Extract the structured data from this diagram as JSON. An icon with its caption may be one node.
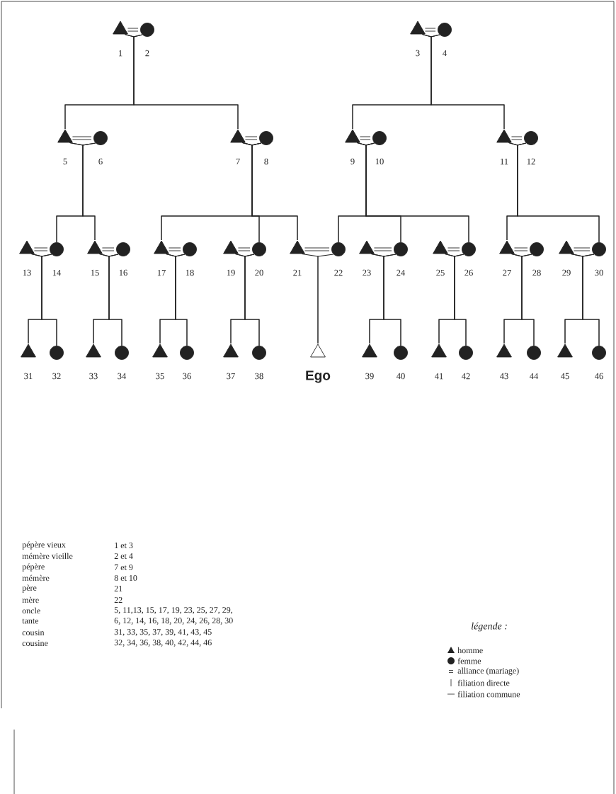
{
  "diagram": {
    "nodes": [
      {
        "text": [],
        "shape": "triangle",
        "beside": [
          "1"
        ]
      },
      {
        "text": [],
        "shape": "circle",
        "beside": [
          "2"
        ]
      },
      {
        "text": [],
        "shape": "triangle",
        "beside": [
          "3"
        ]
      },
      {
        "text": [],
        "shape": "circle",
        "beside": [
          "4"
        ]
      },
      {
        "text": [],
        "shape": "triangle",
        "beside": [
          "5"
        ]
      },
      {
        "text": [],
        "shape": "circle",
        "beside": [
          "6"
        ]
      },
      {
        "text": [],
        "shape": "triangle",
        "beside": [
          "7"
        ]
      },
      {
        "text": [],
        "shape": "circle",
        "beside": [
          "8"
        ]
      },
      {
        "text": [],
        "shape": "triangle",
        "beside": [
          "9"
        ]
      },
      {
        "text": [],
        "shape": "circle",
        "beside": [
          "10"
        ]
      },
      {
        "text": [],
        "shape": "triangle",
        "beside": [
          "11"
        ]
      },
      {
        "text": [],
        "shape": "circle",
        "beside": [
          "12"
        ]
      },
      {
        "text": [],
        "shape": "triangle",
        "beside": [
          "13"
        ]
      },
      {
        "text": [],
        "shape": "circle",
        "beside": [
          "14"
        ]
      },
      {
        "text": [],
        "shape": "triangle",
        "beside": [
          "15"
        ]
      },
      {
        "text": [],
        "shape": "circle",
        "beside": [
          "16"
        ]
      },
      {
        "text": [],
        "shape": "triangle",
        "beside": [
          "17"
        ]
      },
      {
        "text": [],
        "shape": "circle",
        "beside": [
          "18"
        ]
      },
      {
        "text": [],
        "shape": "triangle",
        "beside": [
          "19"
        ]
      },
      {
        "text": [],
        "shape": "circle",
        "beside": [
          "20"
        ]
      },
      {
        "text": [],
        "shape": "triangle",
        "beside": [
          "21"
        ]
      },
      {
        "text": [],
        "shape": "circle",
        "beside": [
          "22"
        ]
      },
      {
        "text": [],
        "shape": "triangle",
        "beside": [
          "23"
        ]
      },
      {
        "text": [],
        "shape": "circle",
        "beside": [
          "24"
        ]
      },
      {
        "text": [],
        "shape": "triangle",
        "beside": [
          "25"
        ]
      },
      {
        "text": [],
        "shape": "circle",
        "beside": [
          "26"
        ]
      },
      {
        "text": [],
        "shape": "triangle",
        "beside": [
          "27"
        ]
      },
      {
        "text": [],
        "shape": "circle",
        "beside": [
          "28"
        ]
      },
      {
        "text": [],
        "shape": "triangle",
        "beside": [
          "29"
        ]
      },
      {
        "text": [],
        "shape": "circle",
        "beside": [
          "30"
        ]
      },
      {
        "text": [],
        "shape": "triangle",
        "beside": [
          "31"
        ]
      },
      {
        "text": [],
        "shape": "circle",
        "beside": [
          "32"
        ]
      },
      {
        "text": [],
        "shape": "triangle",
        "beside": [
          "33"
        ]
      },
      {
        "text": [],
        "shape": "circle",
        "beside": [
          "34"
        ]
      },
      {
        "text": [],
        "shape": "triangle",
        "beside": [
          "35"
        ]
      },
      {
        "text": [],
        "shape": "circle",
        "beside": [
          "36"
        ]
      },
      {
        "text": [],
        "shape": "triangle",
        "beside": [
          "37"
        ]
      },
      {
        "text": [],
        "shape": "circle",
        "beside": [
          "38"
        ]
      },
      {
        "text": [],
        "shape": "triangle",
        "beside": [
          "Ego"
        ]
      },
      {
        "text": [],
        "shape": "triangle",
        "beside": [
          "39"
        ]
      },
      {
        "text": [],
        "shape": "circle",
        "beside": [
          "40"
        ]
      },
      {
        "text": [],
        "shape": "triangle",
        "beside": [
          "41"
        ]
      },
      {
        "text": [],
        "shape": "circle",
        "beside": [
          "42"
        ]
      },
      {
        "text": [],
        "shape": "triangle",
        "beside": [
          "43"
        ]
      },
      {
        "text": [],
        "shape": "circle",
        "beside": [
          "44"
        ]
      },
      {
        "text": [],
        "shape": "triangle",
        "beside": [
          "45"
        ]
      },
      {
        "text": [],
        "shape": "circle",
        "beside": [
          "46"
        ]
      }
    ],
    "edges": [
      {
        "from": 0,
        "to": 1,
        "arrow": "none"
      },
      {
        "from": 2,
        "to": 3,
        "arrow": "none"
      },
      {
        "from": 4,
        "to": 5,
        "arrow": "none"
      },
      {
        "from": 6,
        "to": 7,
        "arrow": "none"
      },
      {
        "from": 8,
        "to": 9,
        "arrow": "none"
      },
      {
        "from": 10,
        "to": 11,
        "arrow": "none"
      },
      {
        "from": 12,
        "to": 13,
        "arrow": "none"
      },
      {
        "from": 14,
        "to": 15,
        "arrow": "none"
      },
      {
        "from": 16,
        "to": 17,
        "arrow": "none"
      },
      {
        "from": 18,
        "to": 19,
        "arrow": "none"
      },
      {
        "from": 20,
        "to": 21,
        "arrow": "none"
      },
      {
        "from": 22,
        "to": 23,
        "arrow": "none"
      },
      {
        "from": 24,
        "to": 25,
        "arrow": "none"
      },
      {
        "from": 26,
        "to": 27,
        "arrow": "none"
      },
      {
        "from": 28,
        "to": 29,
        "arrow": "none"
      },
      {
        "from": 0,
        "to": 4,
        "arrow": "none"
      },
      {
        "from": 1,
        "to": 4,
        "arrow": "none"
      },
      {
        "from": 0,
        "to": 6,
        "arrow": "none"
      },
      {
        "from": 1,
        "to": 6,
        "arrow": "none"
      },
      {
        "from": 2,
        "to": 8,
        "arrow": "none"
      },
      {
        "from": 3,
        "to": 8,
        "arrow": "none"
      },
      {
        "from": 2,
        "to": 10,
        "arrow": "none"
      },
      {
        "from": 3,
        "to": 10,
        "arrow": "none"
      },
      {
        "from": 4,
        "to": 13,
        "arrow": "none"
      },
      {
        "from": 5,
        "to": 13,
        "arrow": "none"
      },
      {
        "from": 4,
        "to": 14,
        "arrow": "none"
      },
      {
        "from": 5,
        "to": 14,
        "arrow": "none"
      },
      {
        "from": 6,
        "to": 16,
        "arrow": "none"
      },
      {
        "from": 7,
        "to": 16,
        "arrow": "none"
      },
      {
        "from": 6,
        "to": 19,
        "arrow": "none"
      },
      {
        "from": 7,
        "to": 19,
        "arrow": "none"
      },
      {
        "from": 6,
        "to": 20,
        "arrow": "none"
      },
      {
        "from": 7,
        "to": 20,
        "arrow": "none"
      },
      {
        "from": 8,
        "to": 21,
        "arrow": "none"
      },
      {
        "from": 9,
        "to": 21,
        "arrow": "none"
      },
      {
        "from": 8,
        "to": 23,
        "arrow": "none"
      },
      {
        "from": 9,
        "to": 23,
        "arrow": "none"
      },
      {
        "from": 8,
        "to": 25,
        "arrow": "none"
      },
      {
        "from": 9,
        "to": 25,
        "arrow": "none"
      },
      {
        "from": 10,
        "to": 26,
        "arrow": "none"
      },
      {
        "from": 11,
        "to": 26,
        "arrow": "none"
      },
      {
        "from": 10,
        "to": 29,
        "arrow": "none"
      },
      {
        "from": 11,
        "to": 29,
        "arrow": "none"
      },
      {
        "from": 12,
        "to": 30,
        "arrow": "none"
      },
      {
        "from": 13,
        "to": 30,
        "arrow": "none"
      },
      {
        "from": 12,
        "to": 31,
        "arrow": "none"
      },
      {
        "from": 13,
        "to": 31,
        "arrow": "none"
      },
      {
        "from": 14,
        "to": 32,
        "arrow": "none"
      },
      {
        "from": 15,
        "to": 32,
        "arrow": "none"
      },
      {
        "from": 14,
        "to": 33,
        "arrow": "none"
      },
      {
        "from": 15,
        "to": 33,
        "arrow": "none"
      },
      {
        "from": 16,
        "to": 34,
        "arrow": "none"
      },
      {
        "from": 17,
        "to": 34,
        "arrow": "none"
      },
      {
        "from": 16,
        "to": 35,
        "arrow": "none"
      },
      {
        "from": 17,
        "to": 35,
        "arrow": "none"
      },
      {
        "from": 18,
        "to": 36,
        "arrow": "none"
      },
      {
        "from": 19,
        "to": 36,
        "arrow": "none"
      },
      {
        "from": 18,
        "to": 37,
        "arrow": "none"
      },
      {
        "from": 19,
        "to": 37,
        "arrow": "none"
      },
      {
        "from": 20,
        "to": 38,
        "arrow": "none"
      },
      {
        "from": 21,
        "to": 38,
        "arrow": "none"
      },
      {
        "from": 22,
        "to": 39,
        "arrow": "none"
      },
      {
        "from": 23,
        "to": 39,
        "arrow": "none"
      },
      {
        "from": 22,
        "to": 40,
        "arrow": "none"
      },
      {
        "from": 23,
        "to": 40,
        "arrow": "none"
      },
      {
        "from": 24,
        "to": 41,
        "arrow": "none"
      },
      {
        "from": 25,
        "to": 41,
        "arrow": "none"
      },
      {
        "from": 24,
        "to": 42,
        "arrow": "none"
      },
      {
        "from": 25,
        "to": 42,
        "arrow": "none"
      },
      {
        "from": 26,
        "to": 43,
        "arrow": "none"
      },
      {
        "from": 27,
        "to": 43,
        "arrow": "none"
      },
      {
        "from": 26,
        "to": 44,
        "arrow": "none"
      },
      {
        "from": 27,
        "to": 44,
        "arrow": "none"
      },
      {
        "from": 28,
        "to": 45,
        "arrow": "none"
      },
      {
        "from": 29,
        "to": 45,
        "arrow": "none"
      },
      {
        "from": 28,
        "to": 46,
        "arrow": "none"
      },
      {
        "from": 29,
        "to": 46,
        "arrow": "none"
      }
    ],
    "labels": [
      "pépère vieux",
      "1 et 3",
      "mémère vieille",
      "2 et 4",
      "pépère",
      "7 et 9",
      "mémère",
      "8 et 10",
      "père",
      "21",
      "mère",
      "22",
      "oncle",
      "5, 11,13, 15, 17, 19, 23, 25, 27, 29,",
      "tante",
      "6, 12, 14, 16, 18, 20, 24, 26, 28, 30",
      "cousin",
      "31, 33, 35, 37, 39, 41, 43, 45",
      "cousine",
      "32, 34, 36, 38, 40, 42, 44, 46",
      "légende :"
    ],
    "legend": [
      {
        "text": "homme"
      },
      {
        "text": "femme"
      },
      {
        "text": "alliance (mariage)"
      },
      {
        "text": "filiation directe"
      },
      {
        "text": "filiation commune"
      }
    ]
  }
}
